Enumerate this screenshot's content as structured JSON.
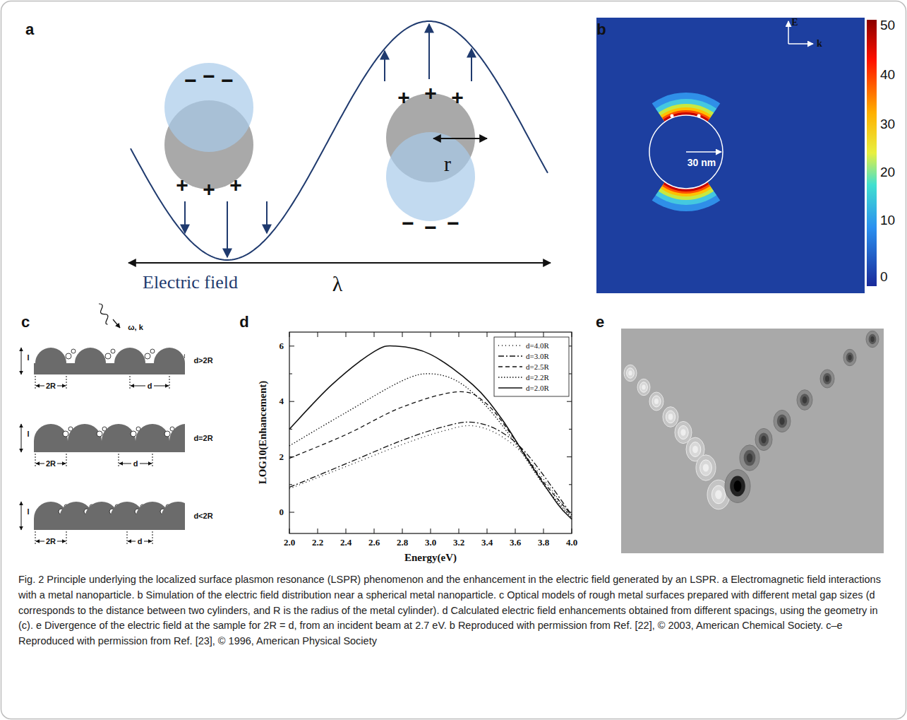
{
  "diagram": {
    "caption": "Fig. 2 Principle underlying the localized surface plasmon resonance (LSPR) phenomenon and the enhancement in the electric field generated by an LSPR. a Electromagnetic field interactions with a metal nanoparticle. b Simulation of the electric field distribution near a spherical metal nanoparticle. c Optical models of rough metal surfaces prepared with different metal gap sizes (d corresponds to the distance between two cylinders, and R is the radius of the metal cylinder). d Calculated electric field enhancements obtained from different spacings, using the geometry in (c). e Divergence of the electric field at the sample for 2R = d, from an incident beam at 2.7 eV. b Reproduced with permission from Ref. [22], © 2003, American Chemical Society. c–e Reproduced with permission from Ref. [23], © 1996, American Physical Society",
    "labels": [
      "a",
      "−",
      "−",
      "−",
      "+",
      "+",
      "+",
      "+",
      "+",
      "+",
      "−",
      "−",
      "−",
      "r",
      "Electric field",
      "λ",
      "b",
      "E",
      "k",
      "30 nm",
      "50",
      "40",
      "30",
      "20",
      "10",
      "0",
      "c",
      "ω, k",
      "d>2R",
      "2R",
      "d",
      "l",
      "d=2R",
      "2R",
      "d",
      "l",
      "d<2R",
      "2R",
      "d",
      "l",
      "d",
      "0",
      "2",
      "4",
      "6",
      "2.0",
      "2.2",
      "2.4",
      "2.6",
      "2.8",
      "3.0",
      "3.2",
      "3.4",
      "3.6",
      "3.8",
      "4.0",
      "LOG10(Enhancement)",
      "Energy(eV)",
      "e"
    ],
    "legend": [
      {
        "text": "d=4.0R"
      },
      {
        "text": "d=3.0R"
      },
      {
        "text": "d=2.5R"
      },
      {
        "text": "d=2.2R"
      },
      {
        "text": "d=2.0R"
      }
    ]
  }
}
